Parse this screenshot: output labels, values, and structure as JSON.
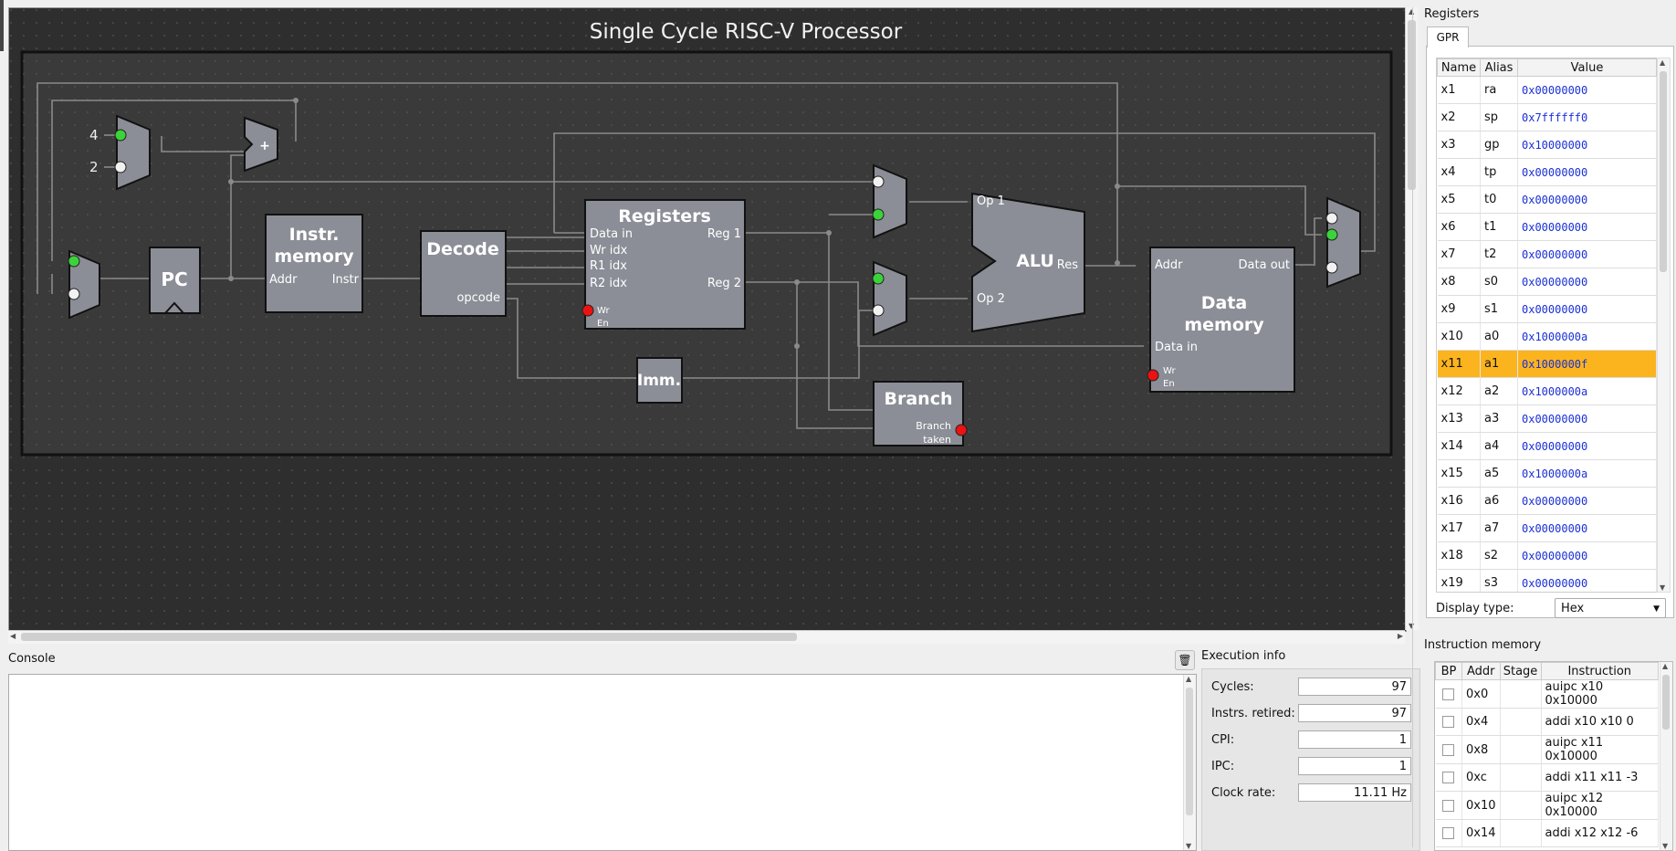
{
  "canvas": {
    "title": "Single Cycle RISC-V Processor",
    "components": {
      "const4": "4",
      "const2": "2",
      "adder": "+",
      "pc": "PC",
      "imem_title1": "Instr.",
      "imem_title2": "memory",
      "imem_addr": "Addr",
      "imem_instr": "Instr",
      "decode": "Decode",
      "decode_opcode": "opcode",
      "regs": "Registers",
      "regs_datain": "Data in",
      "regs_wridx": "Wr idx",
      "regs_r1idx": "R1 idx",
      "regs_r2idx": "R2 idx",
      "regs_reg1": "Reg 1",
      "regs_reg2": "Reg 2",
      "regs_wr": "Wr",
      "regs_en": "En",
      "imm": "Imm.",
      "alu": "ALU",
      "alu_op1": "Op 1",
      "alu_op2": "Op 2",
      "alu_res": "Res",
      "branch": "Branch",
      "branch_taken1": "Branch",
      "branch_taken2": "taken",
      "dmem_title1": "Data",
      "dmem_title2": "memory",
      "dmem_addr": "Addr",
      "dmem_dataout": "Data out",
      "dmem_datain": "Data in",
      "dmem_wr": "Wr",
      "dmem_en": "En"
    }
  },
  "console": {
    "title": "Console"
  },
  "execution": {
    "title": "Execution info",
    "rows": [
      {
        "label": "Cycles:",
        "value": "97"
      },
      {
        "label": "Instrs. retired:",
        "value": "97"
      },
      {
        "label": "CPI:",
        "value": "1"
      },
      {
        "label": "IPC:",
        "value": "1"
      },
      {
        "label": "Clock rate:",
        "value": "11.11 Hz"
      }
    ]
  },
  "registers": {
    "title": "Registers",
    "tab": "GPR",
    "headers": [
      "Name",
      "Alias",
      "Value"
    ],
    "highlight_color": "#fbb41e",
    "rows": [
      {
        "name": "x1",
        "alias": "ra",
        "value": "0x00000000"
      },
      {
        "name": "x2",
        "alias": "sp",
        "value": "0x7ffffff0"
      },
      {
        "name": "x3",
        "alias": "gp",
        "value": "0x10000000"
      },
      {
        "name": "x4",
        "alias": "tp",
        "value": "0x00000000"
      },
      {
        "name": "x5",
        "alias": "t0",
        "value": "0x00000000"
      },
      {
        "name": "x6",
        "alias": "t1",
        "value": "0x00000000"
      },
      {
        "name": "x7",
        "alias": "t2",
        "value": "0x00000000"
      },
      {
        "name": "x8",
        "alias": "s0",
        "value": "0x00000000"
      },
      {
        "name": "x9",
        "alias": "s1",
        "value": "0x00000000"
      },
      {
        "name": "x10",
        "alias": "a0",
        "value": "0x1000000a"
      },
      {
        "name": "x11",
        "alias": "a1",
        "value": "0x1000000f",
        "highlight": true
      },
      {
        "name": "x12",
        "alias": "a2",
        "value": "0x1000000a"
      },
      {
        "name": "x13",
        "alias": "a3",
        "value": "0x00000000"
      },
      {
        "name": "x14",
        "alias": "a4",
        "value": "0x00000000"
      },
      {
        "name": "x15",
        "alias": "a5",
        "value": "0x1000000a"
      },
      {
        "name": "x16",
        "alias": "a6",
        "value": "0x00000000"
      },
      {
        "name": "x17",
        "alias": "a7",
        "value": "0x00000000"
      },
      {
        "name": "x18",
        "alias": "s2",
        "value": "0x00000000"
      },
      {
        "name": "x19",
        "alias": "s3",
        "value": "0x00000000"
      }
    ],
    "display_type_label": "Display type:",
    "display_type_value": "Hex"
  },
  "instruction_memory": {
    "title": "Instruction memory",
    "headers": [
      "BP",
      "Addr",
      "Stage",
      "Instruction"
    ],
    "rows": [
      {
        "addr": "0x0",
        "stage": "",
        "instr": "auipc x10 0x10000"
      },
      {
        "addr": "0x4",
        "stage": "",
        "instr": "addi x10 x10 0"
      },
      {
        "addr": "0x8",
        "stage": "",
        "instr": "auipc x11 0x10000"
      },
      {
        "addr": "0xc",
        "stage": "",
        "instr": "addi x11 x11 -3"
      },
      {
        "addr": "0x10",
        "stage": "",
        "instr": "auipc x12 0x10000"
      },
      {
        "addr": "0x14",
        "stage": "",
        "instr": "addi x12 x12 -6"
      }
    ]
  }
}
